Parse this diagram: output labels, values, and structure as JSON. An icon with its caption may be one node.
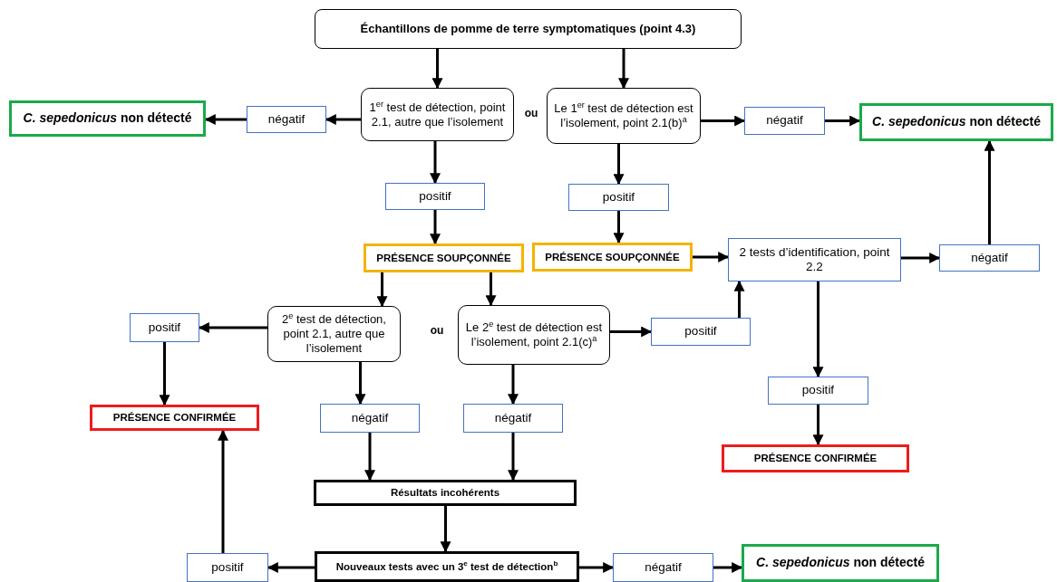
{
  "diagram": {
    "nodes": [
      {
        "text": [
          "Échantillons de pomme de terre symptomatiques (point 4.3)"
        ]
      },
      {
        "text": [
          "*C. sepedonicus* non détecté"
        ]
      },
      {
        "text": [
          "négatif"
        ]
      },
      {
        "text": [
          "1$^{er}$ test de détection, point 2.1, autre que l’isolement"
        ]
      },
      {
        "text": [
          "Le 1$^{er}$ test de détection est l’isolement, point 2.1(b)$^{a}$"
        ]
      },
      {
        "text": [
          "négatif"
        ]
      },
      {
        "text": [
          "*C. sepedonicus* non détecté"
        ]
      },
      {
        "text": [
          "positif"
        ]
      },
      {
        "text": [
          "positif"
        ]
      },
      {
        "text": [
          "PRÉSENCE SOUPÇONNÉE"
        ]
      },
      {
        "text": [
          "PRÉSENCE SOUPÇONNÉE"
        ]
      },
      {
        "text": [
          "2 tests d’identification, point 2.2"
        ]
      },
      {
        "text": [
          "négatif"
        ]
      },
      {
        "text": [
          "positif"
        ]
      },
      {
        "text": [
          "2$^{e}$ test de détection, point 2.1, autre que l’isolement"
        ]
      },
      {
        "text": [
          "Le 2$^{e}$ test de détection est l’isolement, point 2.1(c)$^{a}$"
        ]
      },
      {
        "text": [
          "positif"
        ]
      },
      {
        "text": [
          "positif"
        ]
      },
      {
        "text": [
          "PRÉSENCE CONFIRMÉE"
        ]
      },
      {
        "text": [
          "négatif"
        ]
      },
      {
        "text": [
          "négatif"
        ]
      },
      {
        "text": [
          "PRÉSENCE CONFIRMÉE"
        ]
      },
      {
        "text": [
          "Résultats incohérents"
        ]
      },
      {
        "text": [
          "Nouveaux tests avec un 3$^{e}$ test de détection$^{b}$"
        ]
      },
      {
        "text": [
          "positif"
        ]
      },
      {
        "text": [
          "négatif"
        ]
      },
      {
        "text": [
          "*C. sepedonicus* non détecté"
        ]
      }
    ],
    "edges": [
      {
        "from": 0,
        "to": 3,
        "arrow": "to"
      },
      {
        "from": 0,
        "to": 4,
        "arrow": "to"
      },
      {
        "from": 3,
        "to": 2,
        "arrow": "to"
      },
      {
        "from": 2,
        "to": 1,
        "arrow": "to"
      },
      {
        "from": 4,
        "to": 5,
        "arrow": "to"
      },
      {
        "from": 5,
        "to": 6,
        "arrow": "to"
      },
      {
        "from": 3,
        "to": 7,
        "arrow": "to"
      },
      {
        "from": 4,
        "to": 8,
        "arrow": "to"
      },
      {
        "from": 7,
        "to": 9,
        "arrow": "to"
      },
      {
        "from": 8,
        "to": 10,
        "arrow": "to"
      },
      {
        "from": 10,
        "to": 11,
        "arrow": "to"
      },
      {
        "from": 11,
        "to": 12,
        "arrow": "to"
      },
      {
        "from": 12,
        "to": 6,
        "arrow": "to"
      },
      {
        "from": 9,
        "to": 14,
        "arrow": "to"
      },
      {
        "from": 9,
        "to": 15,
        "arrow": "to"
      },
      {
        "from": 14,
        "to": 13,
        "arrow": "to"
      },
      {
        "from": 13,
        "to": 18,
        "arrow": "to"
      },
      {
        "from": 14,
        "to": 19,
        "arrow": "to"
      },
      {
        "from": 15,
        "to": 20,
        "arrow": "to"
      },
      {
        "from": 15,
        "to": 16,
        "arrow": "to"
      },
      {
        "from": 16,
        "to": 11,
        "arrow": "to"
      },
      {
        "from": 11,
        "to": 17,
        "arrow": "to"
      },
      {
        "from": 17,
        "to": 21,
        "arrow": "to"
      },
      {
        "from": 19,
        "to": 22,
        "arrow": "to"
      },
      {
        "from": 20,
        "to": 22,
        "arrow": "to"
      },
      {
        "from": 22,
        "to": 23,
        "arrow": "to"
      },
      {
        "from": 23,
        "to": 24,
        "arrow": "to"
      },
      {
        "from": 24,
        "to": 18,
        "arrow": "to"
      },
      {
        "from": 23,
        "to": 25,
        "arrow": "to"
      },
      {
        "from": 25,
        "to": 26,
        "arrow": "to"
      }
    ],
    "labels": [
      "ou",
      "ou"
    ]
  }
}
